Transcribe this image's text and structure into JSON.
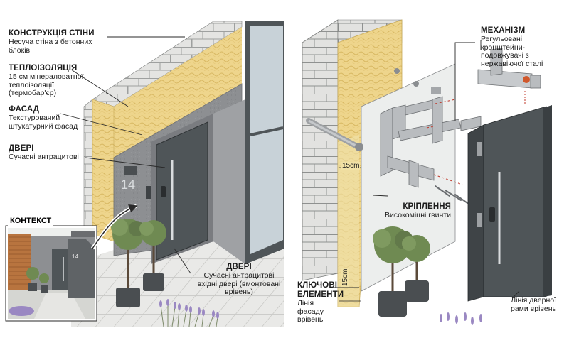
{
  "left_panel": {
    "wall": {
      "title": "КОНСТРУКЦІЯ СТІНИ",
      "desc": "Несуча стіна з бетонних блоків"
    },
    "insulation": {
      "title": "ТЕПЛОІЗОЛЯЦІЯ",
      "desc": "15 см мінераловатної теплоізоляції (термобар'єр)"
    },
    "facade": {
      "title": "ФАСАД",
      "desc": "Текстурований штукатурний фасад"
    },
    "doors_top": {
      "title": "ДВЕРІ",
      "desc": "Сучасні антрацитові"
    },
    "house_number": "14",
    "doors_bottom": {
      "title": "ДВЕРІ",
      "desc": "Сучасні антрацитові вхідні двері (вмонтовані врівень)"
    },
    "context": {
      "title": "КОНТЕКСТ",
      "house_number": "14"
    }
  },
  "right_panel": {
    "mechanism": {
      "title": "МЕХАНІЗМ",
      "desc": "Регульовані кронштейни-подовжувачі з нержавіючої сталі"
    },
    "fastening": {
      "title": "КРІПЛЕННЯ",
      "desc": "Високоміцні гвинти"
    },
    "key_elements": {
      "title": "КЛЮЧОВІ ЕЛЕМЕНТИ",
      "desc": "Лінія фасаду врівень"
    },
    "frame_line": "Лінія дверної рами врівень",
    "dim_top": "15cm",
    "dim_bottom": "15cm"
  },
  "colors": {
    "render_grey": "#8d8f92",
    "insulation_yellow": "#eed58c",
    "anthracite": "#4f5558",
    "block_light": "#e4e4e2",
    "steel": "#b9bcbf"
  }
}
